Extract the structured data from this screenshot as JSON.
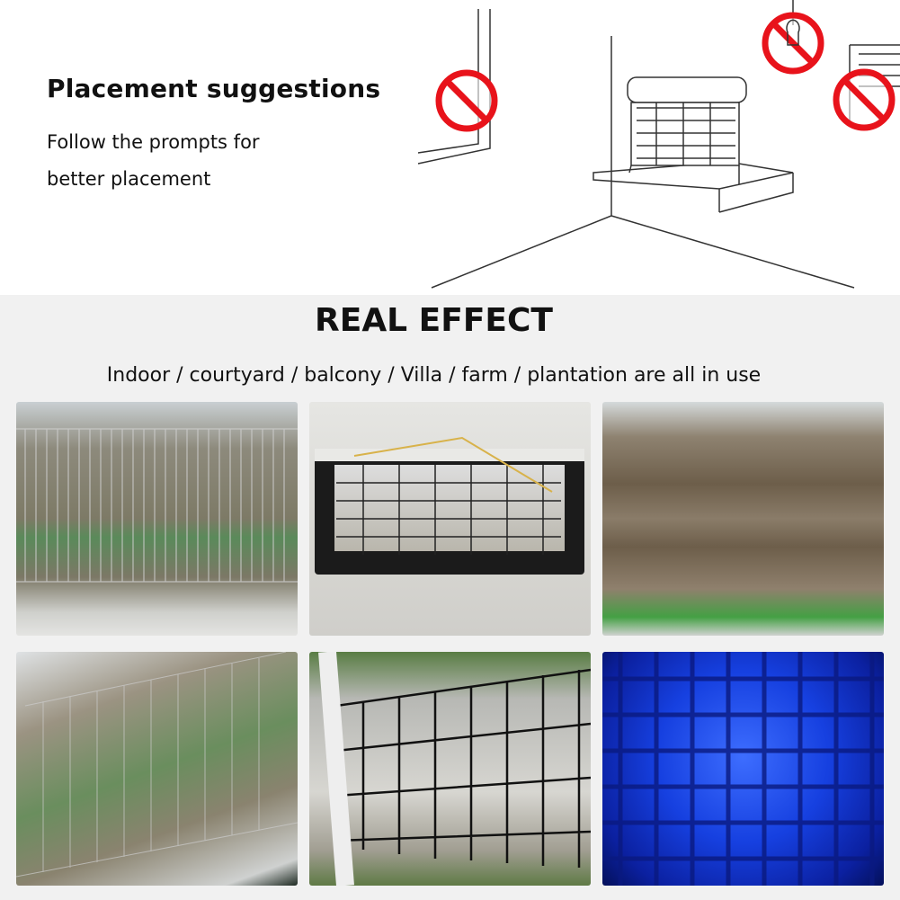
{
  "placement": {
    "heading": "Placement suggestions",
    "subtext_line1": "Follow the prompts for",
    "subtext_line2": "better placement",
    "icons": [
      "no-corner-icon",
      "no-light-bulb-icon",
      "no-vent-icon"
    ],
    "prohibit_color": "#e8131b"
  },
  "effect": {
    "title": "REAL EFFECT",
    "tagline": "Indoor / courtyard / balcony / Villa / farm / plantation are all in use"
  },
  "photos": [
    {
      "name": "photo-greenhouse-zapper-1"
    },
    {
      "name": "photo-wall-mounted-zapper"
    },
    {
      "name": "photo-zapper-full-of-insects"
    },
    {
      "name": "photo-greenhouse-zapper-2"
    },
    {
      "name": "photo-outdoor-zapper"
    },
    {
      "name": "photo-blue-light-grid"
    }
  ],
  "colors": {
    "band_background": "#f1f1f1",
    "text": "#111111"
  }
}
